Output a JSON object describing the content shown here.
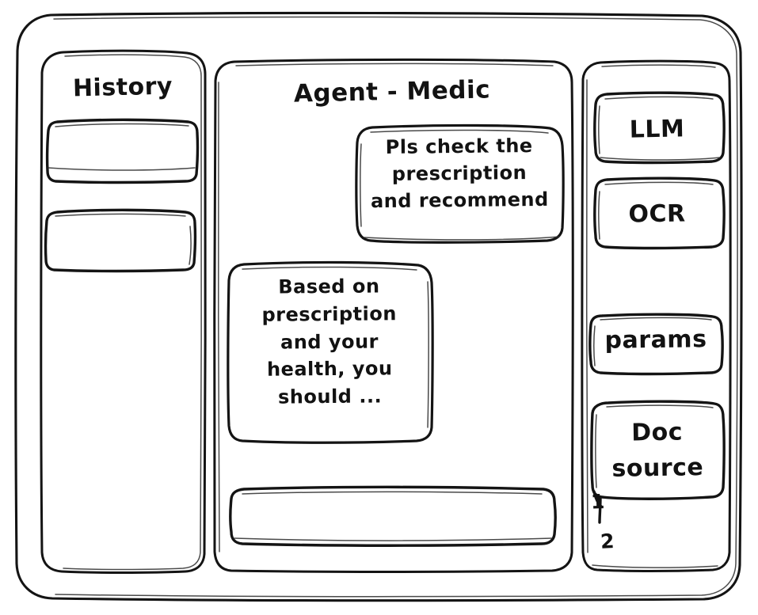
{
  "window": {
    "style": "hand-drawn wireframe",
    "stroke_color": "#141414",
    "background_color": "#ffffff"
  },
  "sidebar_left": {
    "title": "History",
    "items": [
      {
        "label": "",
        "name": "history-item-1"
      },
      {
        "label": "",
        "name": "history-item-2"
      }
    ]
  },
  "main": {
    "title": "Agent - Medic",
    "messages": [
      {
        "role": "user",
        "text": "Pls check the\nprescription\nand recommend"
      },
      {
        "role": "agent",
        "text": "Based on\nprescription\nand your\nhealth, you\nshould ..."
      }
    ],
    "composer": {
      "value": "",
      "placeholder": ""
    }
  },
  "sidebar_right": {
    "tools": [
      {
        "label": "LLM",
        "name": "llm-button"
      },
      {
        "label": "OCR",
        "name": "ocr-button"
      },
      {
        "label": "params",
        "name": "params-button"
      }
    ],
    "doc_source": {
      "label": "Doc\nsource",
      "items": [
        "1",
        "2"
      ]
    }
  }
}
